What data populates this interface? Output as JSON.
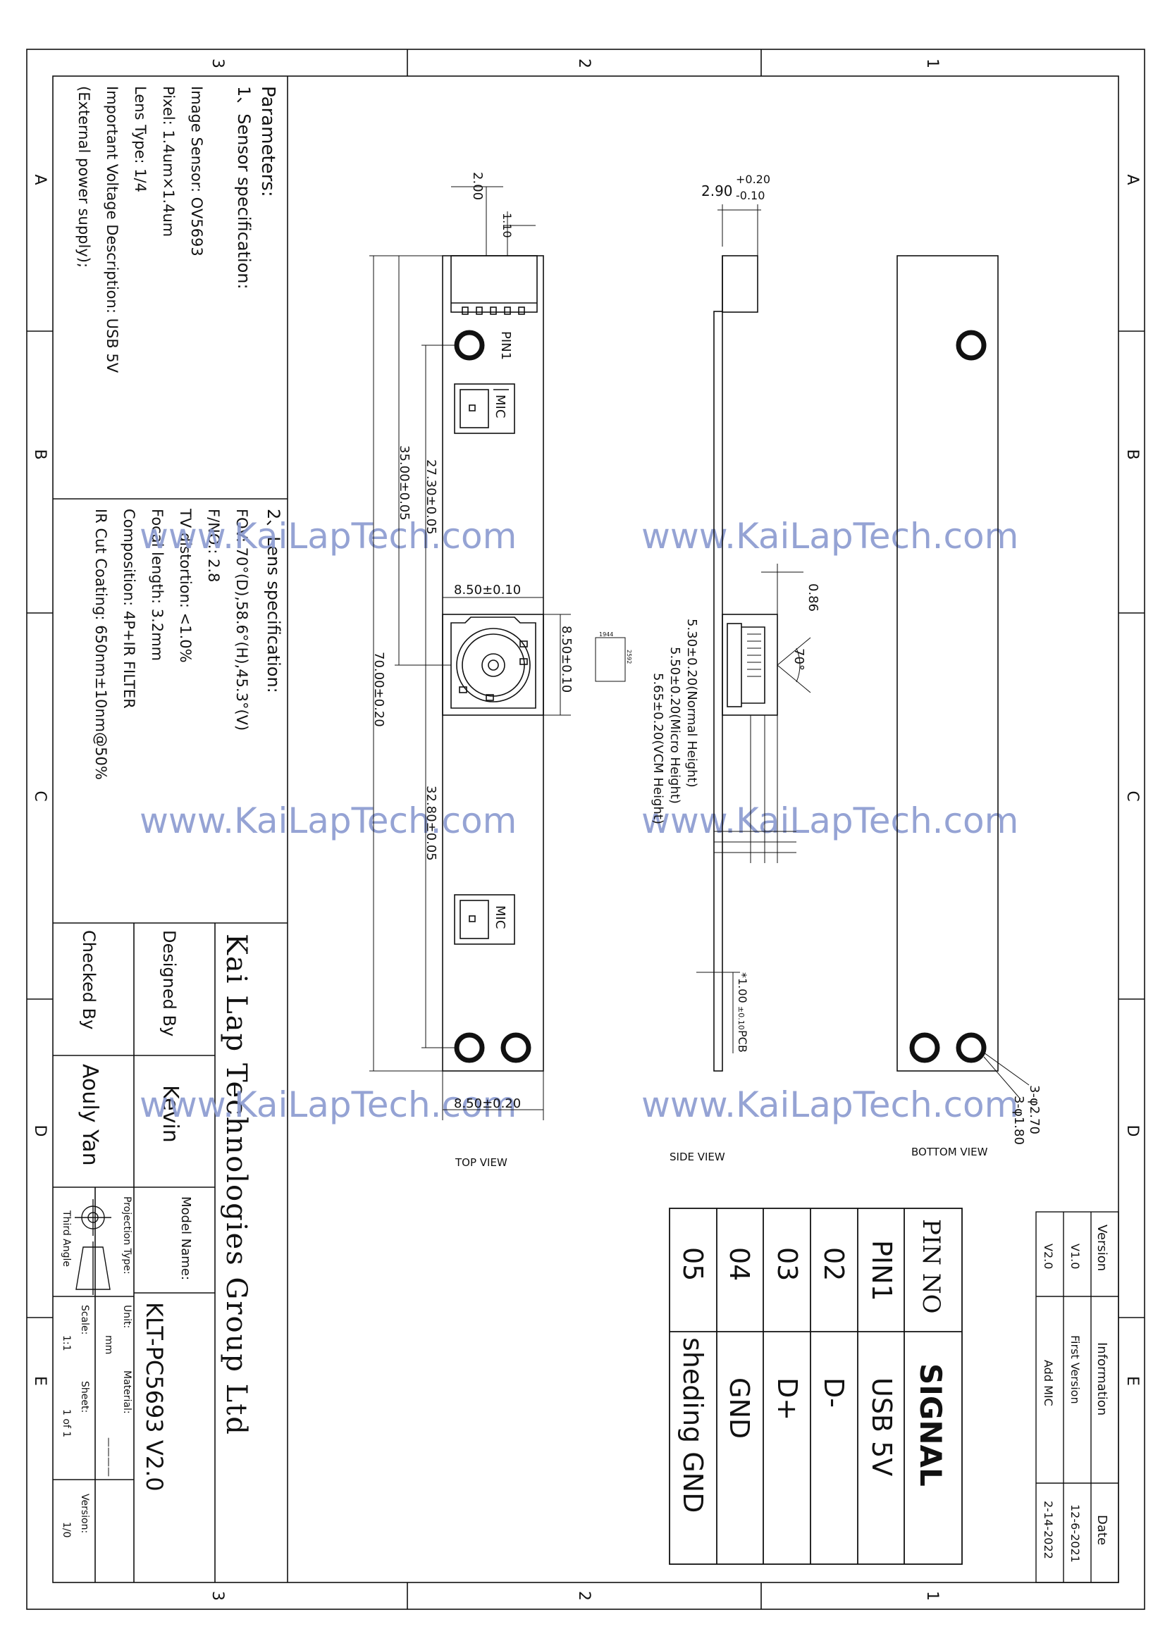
{
  "frame": {
    "zone_numbers": [
      "1",
      "2",
      "3"
    ],
    "zone_letters": [
      "A",
      "B",
      "C",
      "D",
      "E"
    ]
  },
  "parameters": {
    "heading": "Parameters:",
    "sensor_title": "1、Sensor specification:",
    "sensor_lines": [
      "Image Sensor: OV5693",
      "Pixel: 1.4um×1.4um",
      "Lens Type: 1/4",
      "Important Voltage Description: USB 5V",
      "(External power supply);"
    ],
    "lens_title": "2、Lens specification:",
    "lens_lines": [
      "FOV: 70°(D),58.6°(H),45.3°(V)",
      "F/NO.: 2.8",
      "TV distortion: <1.0%",
      "Focal length: 3.2mm",
      "Composition: 4P+IR FILTER",
      "IR Cut Coating: 650nm±10nm@50%"
    ]
  },
  "title_block": {
    "company": "Kai Lap Technologies Group Ltd",
    "model_label": "Model Name:",
    "model_value": "KLT-PC5693 V2.0",
    "designed_label": "Designed By",
    "designed_value": "Kevin",
    "checked_label": "Checked By",
    "checked_value": "Aouly Yan",
    "projection_label": "Projection Type:",
    "projection_value": "Third Angle",
    "unit_label": "Unit:",
    "unit_value": "mm",
    "material_label": "Material:",
    "material_value": "————",
    "scale_label": "Scale:",
    "scale_value": "1:1",
    "sheet_label": "Sheet:",
    "sheet_value": "1 of 1",
    "version_label": "Version:",
    "version_value": "1/0"
  },
  "views": {
    "top": "TOP VIEW",
    "side": "SIDE VIEW",
    "bottom": "BOTTOM VIEW"
  },
  "top_view": {
    "dim_2_00": "2.00",
    "dim_1_10": "1.10",
    "pin1": "PIN1",
    "mic": "MIC",
    "dim_27_30": "27.30±0.05",
    "dim_35_00": "35.00±0.05",
    "dim_70_00": "70.00±0.20",
    "dim_32_80": "32.80±0.05",
    "dim_8_50_top": "8.50±0.10",
    "dim_8_50_side": "8.50±0.10",
    "dim_8_50_bottom": "8.50±0.20",
    "label_1944": "1944",
    "label_2592": "2592"
  },
  "side_view": {
    "dim_2_90": "2.90",
    "tol_plus": "+0.20",
    "tol_minus": "-0.10",
    "dim_0_86": "0.86",
    "angle_70": "70°",
    "h_normal": "5.30±0.20(Normal Height)",
    "h_micro": "5.50±0.20(Micro Height)",
    "h_vcm": "5.65±0.20(VCM Height)",
    "dim_1_00": "*1.00",
    "tol_1_00": "±0.10",
    "pcb": "PCB"
  },
  "bottom_view": {
    "hole_a": "3-φ2.70",
    "hole_b": "3-φ1.80"
  },
  "pin_table": {
    "header_no": "PIN NO",
    "header_signal": "SIGNAL",
    "rows": [
      {
        "no": "PIN1",
        "signal": "USB 5V"
      },
      {
        "no": "02",
        "signal": "D-"
      },
      {
        "no": "03",
        "signal": "D+"
      },
      {
        "no": "04",
        "signal": "GND"
      },
      {
        "no": "05",
        "signal": "sheding GND"
      }
    ]
  },
  "version_table": {
    "headers": [
      "Version",
      "Information",
      "Date"
    ],
    "rows": [
      {
        "version": "V1.0",
        "info": "First Version",
        "date": "12-6-2021"
      },
      {
        "version": "V2.0",
        "info": "Add MIC",
        "date": "2-14-2022"
      }
    ]
  },
  "watermarks": [
    "www.KaiLapTech.com"
  ],
  "colors": {
    "line": "#111111",
    "watermark": "#8a9ad0"
  }
}
